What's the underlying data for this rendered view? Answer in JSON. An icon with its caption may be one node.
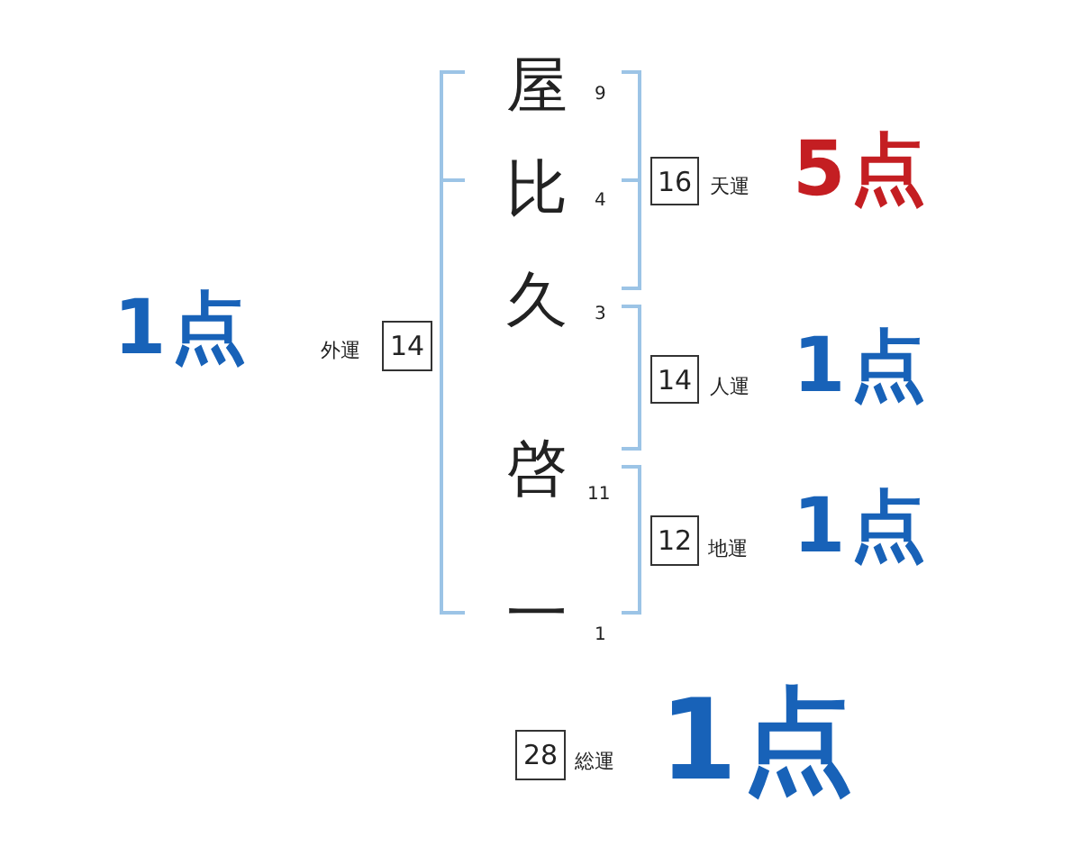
{
  "diagram": {
    "nodes": [
      {
        "text": [
          "16"
        ],
        "beside": [
          "天運",
          "5点"
        ]
      },
      {
        "text": [
          "14"
        ],
        "beside": [
          "1点",
          "外運"
        ]
      },
      {
        "text": [
          "14"
        ],
        "beside": [
          "人運",
          "1点"
        ]
      },
      {
        "text": [
          "12"
        ],
        "beside": [
          "地運",
          "1点"
        ]
      },
      {
        "text": [
          "28"
        ],
        "beside": [
          "総運",
          "1点"
        ]
      }
    ],
    "labels": [
      "屋",
      "9",
      "比",
      "4",
      "久",
      "3",
      "啓",
      "11",
      "一",
      "1"
    ]
  }
}
